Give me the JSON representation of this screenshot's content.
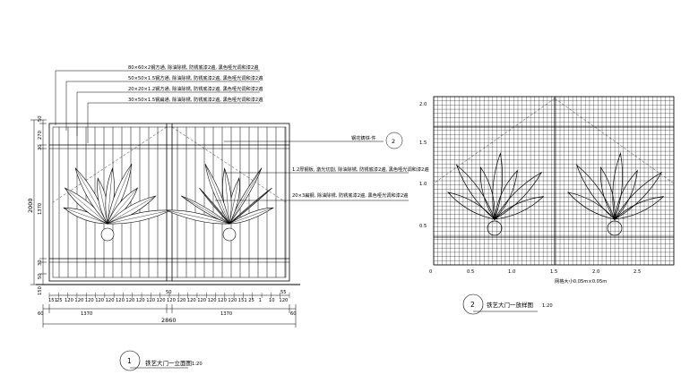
{
  "left_drawing": {
    "callouts": [
      "80×60×2钢方通, 除油除锈, 防锈底漆2遍, 黑色哑光调和漆2遍",
      "50×50×1.5钢方通, 除油除锈, 防锈底漆2遍, 黑色哑光调和漆2遍",
      "20×20×1.2钢方通, 除油除锈, 防锈底漆2遍, 黑色哑光调和漆2遍",
      "30×50×1.5钢扁通, 除油除锈, 防锈底漆2遍, 黑色哑光调和漆2遍"
    ],
    "right_notes": [
      "钢花铸铁·件",
      "1.2厚钢板, 激光切割, 除油除锈, 防锈底漆2遍, 黑色哑光调和漆2遍",
      "20×3扁钢, 除油除锈, 防锈底漆2遍, 黑色哑光调和漆2遍"
    ],
    "section_ref": "2",
    "left_dims": [
      "50",
      "270",
      "30",
      "1370",
      "30",
      "50",
      "150"
    ],
    "height_total": "2000",
    "bottom_dims_row1": [
      "151",
      "25",
      "120",
      "120",
      "120",
      "120",
      "120",
      "120",
      "120",
      "120",
      "120",
      "120",
      "120",
      "120",
      "120",
      "120",
      "120",
      "120",
      "120",
      "151",
      "25",
      "1",
      "10",
      "120"
    ],
    "dim_50": "50",
    "dim_55": "55",
    "bottom_dims_row2": [
      "60",
      "1370",
      "1370",
      "60"
    ],
    "width_total": "2860",
    "title_num": "1",
    "title": "铁艺大门一立面图",
    "scale": "1:20"
  },
  "right_drawing": {
    "y_ticks": [
      "2.0",
      "1.5",
      "1.0",
      "0.5"
    ],
    "x_ticks": [
      "0",
      "0.5",
      "1.0",
      "1.5",
      "2.0",
      "2.5"
    ],
    "grid_note": "网格大小0.05m×0.05m",
    "title_num": "2",
    "title": "铁艺大门一放样图",
    "scale": "1:20"
  }
}
